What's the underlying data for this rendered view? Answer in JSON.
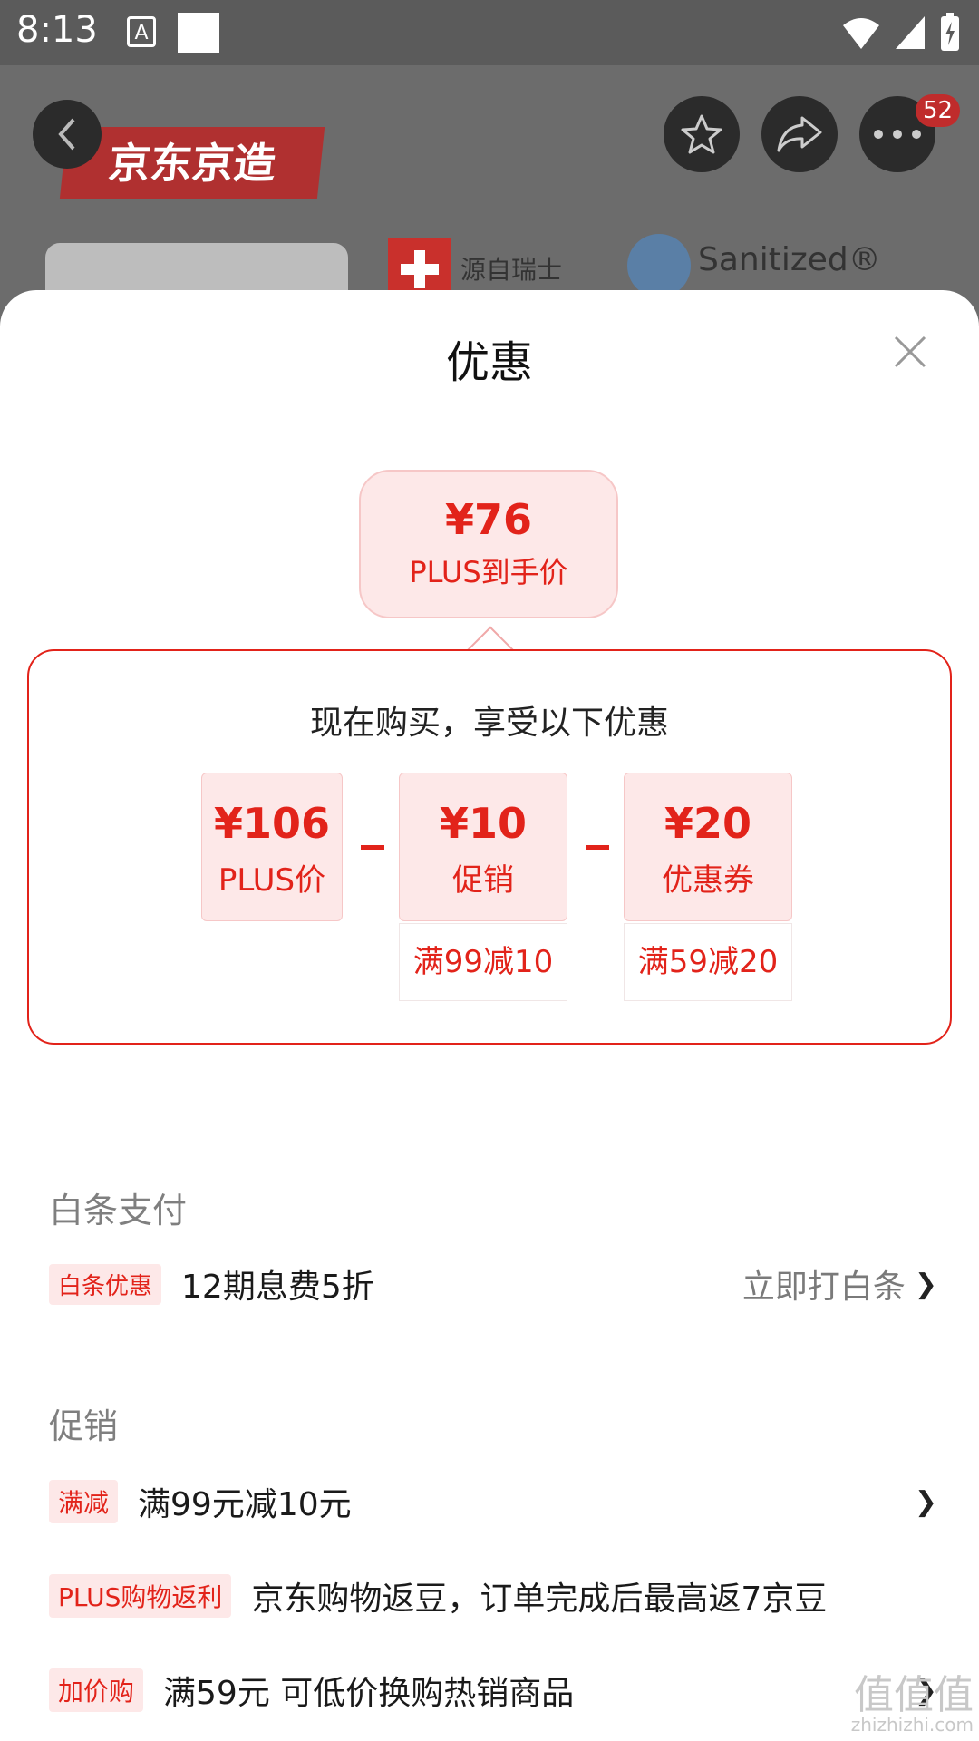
{
  "status": {
    "time": "8:13",
    "a_icon": "A"
  },
  "background": {
    "brand_text": "京东京造",
    "origin_text": "源自瑞士",
    "brand2_text": "Sanitized®",
    "more_badge": "52"
  },
  "sheet": {
    "title": "优惠",
    "final": {
      "amount": "¥76",
      "label": "PLUS到手价"
    },
    "breakdown": {
      "title": "现在购买，享受以下优惠",
      "items": [
        {
          "amount": "¥106",
          "caption": "PLUS价"
        },
        {
          "amount": "¥10",
          "caption": "促销",
          "condition": "满99减10"
        },
        {
          "amount": "¥20",
          "caption": "优惠券",
          "condition": "满59减20"
        }
      ]
    },
    "baitiao": {
      "section_title": "白条支付",
      "tag": "白条优惠",
      "text": "12期息费5折",
      "action": "立即打白条"
    },
    "promotion": {
      "section_title": "促销",
      "rows": [
        {
          "tag": "满减",
          "text": "满99元减10元"
        },
        {
          "tag": "PLUS购物返利",
          "text": "京东购物返豆，订单完成后最高返7京豆"
        },
        {
          "tag": "加价购",
          "text": "满59元 可低价换购热销商品"
        }
      ]
    },
    "watermark": {
      "main": "值值值",
      "sub": "zhizhizhi.com"
    }
  }
}
